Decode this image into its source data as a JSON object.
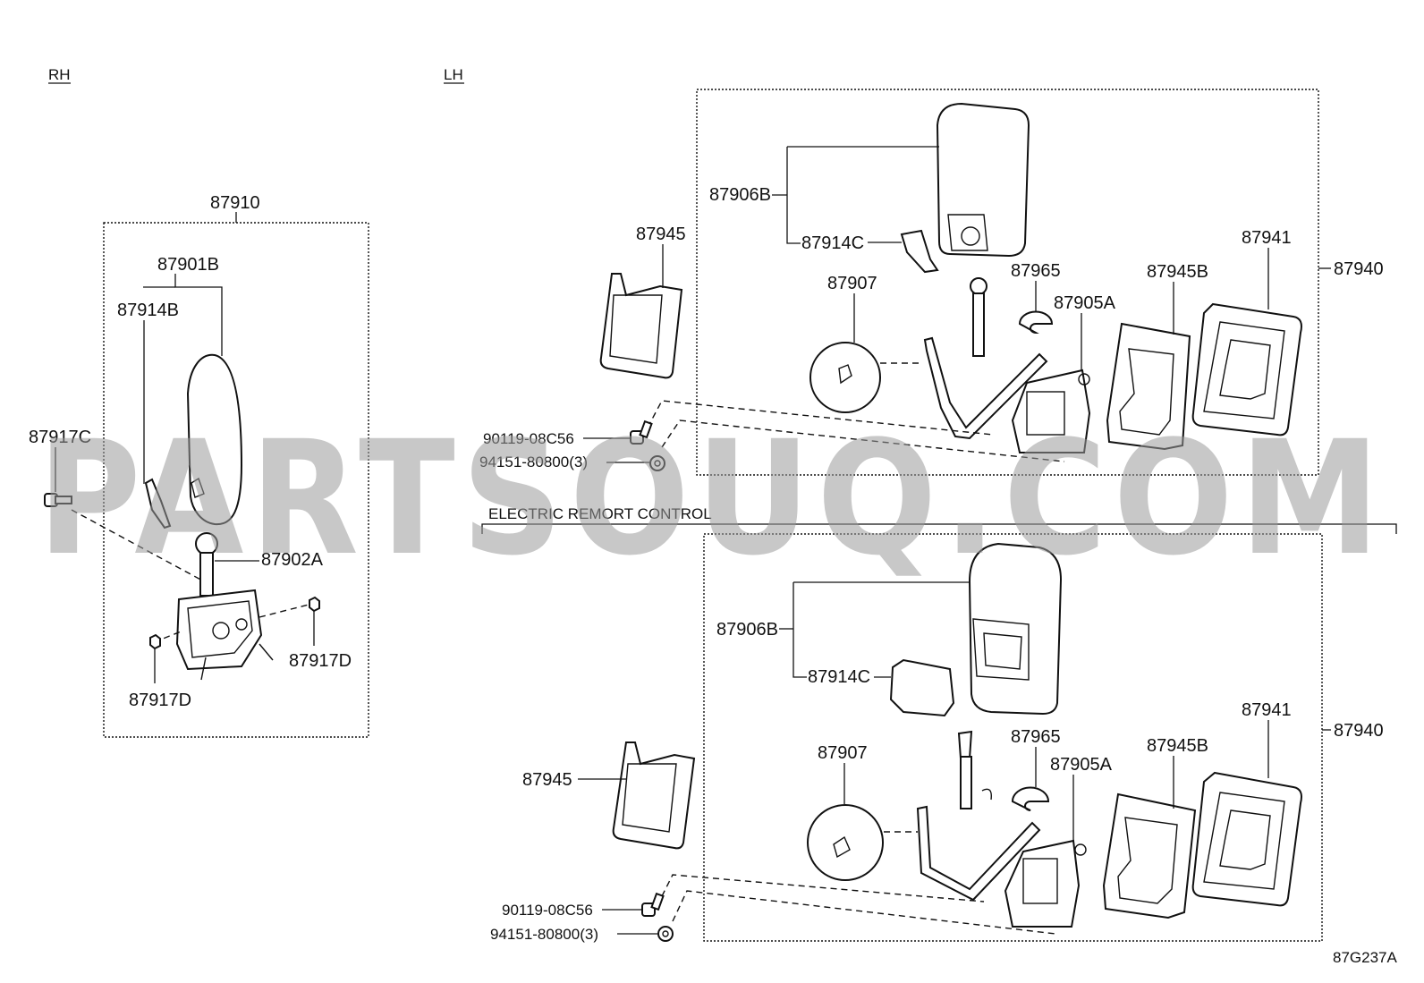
{
  "sections": {
    "rh": "RH",
    "lh": "LH",
    "electric": "ELECTRIC REMORT CONTROL"
  },
  "rh": {
    "assy": "87910",
    "mirror": "87901B",
    "cover": "87914B",
    "screw": "87917C",
    "actuator": "87902A",
    "nut_right": "87917D",
    "nut_left": "87917D"
  },
  "lh_top": {
    "mirror": "87906B",
    "cover": "87914C",
    "outer_mirror": "87907",
    "washer": "87965",
    "actuator": "87905A",
    "gasket": "87945B",
    "base": "87941",
    "assy": "87940",
    "cover_left": "87945",
    "screw": "90119-08C56",
    "nut": "94151-80800(3)"
  },
  "lh_bottom": {
    "mirror": "87906B",
    "cover": "87914C",
    "outer_mirror": "87907",
    "washer": "87965",
    "actuator": "87905A",
    "gasket": "87945B",
    "base": "87941",
    "assy": "87940",
    "cover_left": "87945",
    "screw": "90119-08C56",
    "nut": "94151-80800(3)"
  },
  "diagram_code": "87G237A",
  "watermark": "PARTSOUQ.COM",
  "colors": {
    "line": "#111111",
    "watermark": "#9a9a9a"
  }
}
